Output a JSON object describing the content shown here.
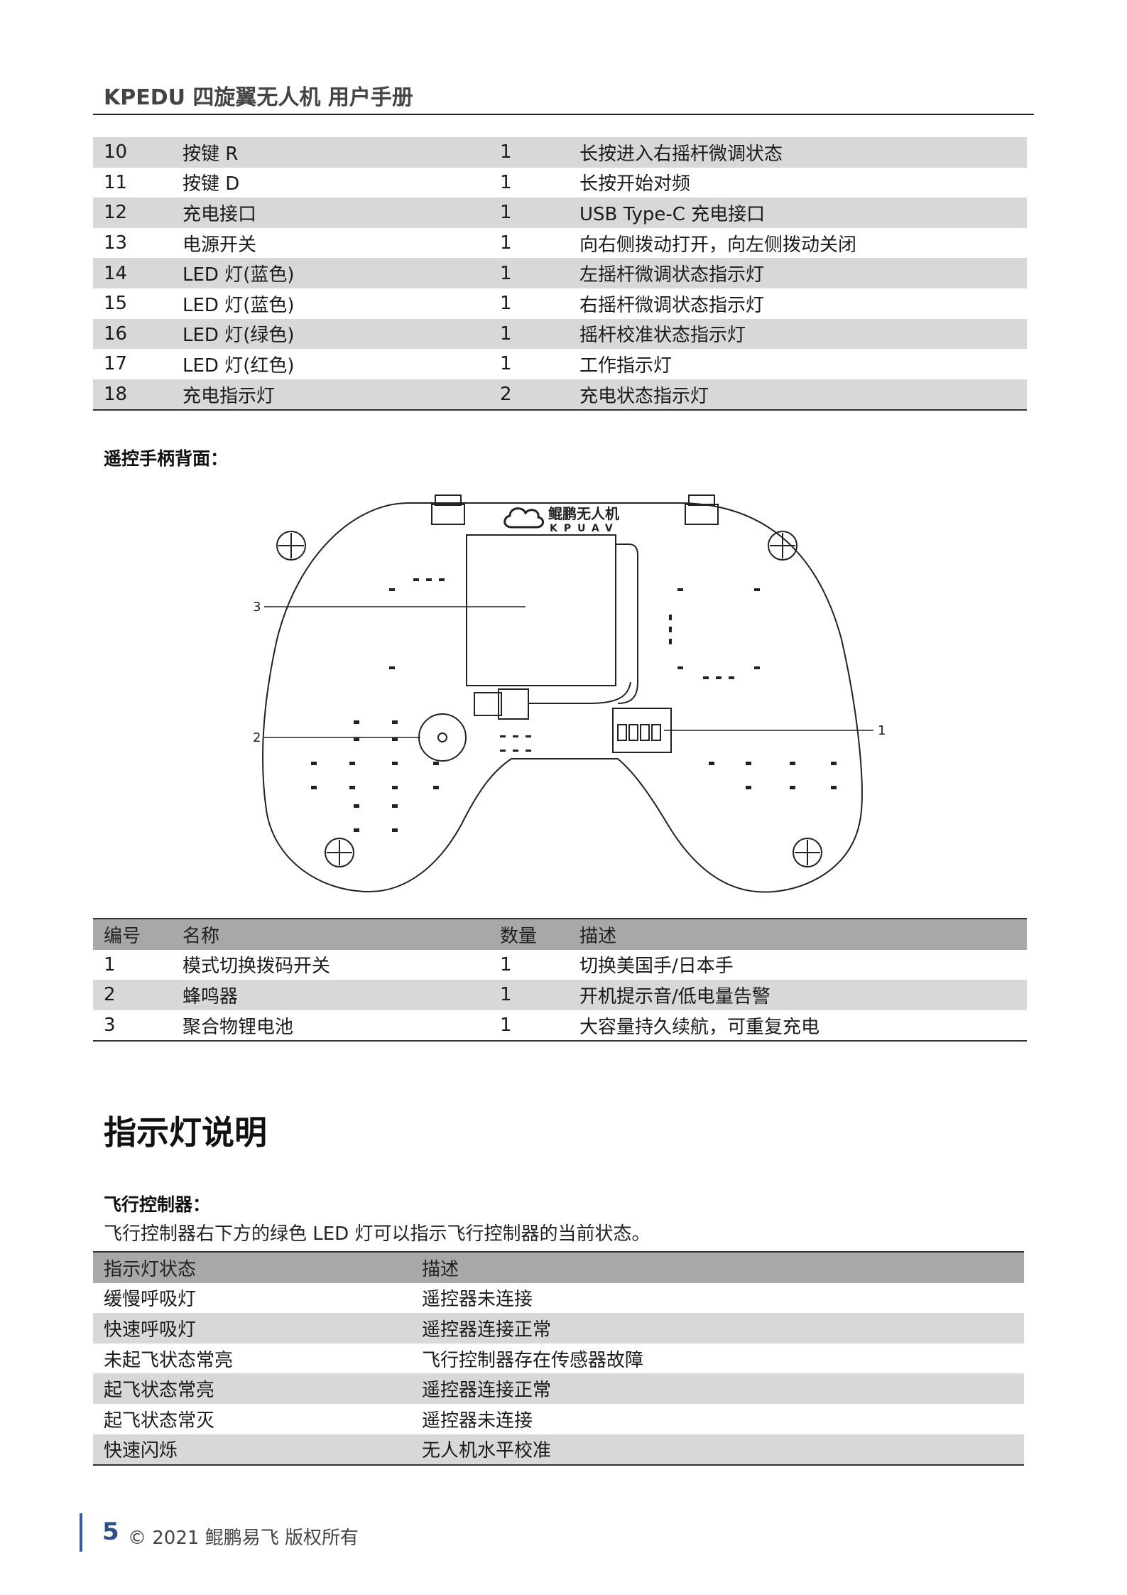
{
  "header": {
    "title": "KPEDU 四旋翼无人机  用户手册"
  },
  "parts_table_top": {
    "rows": [
      {
        "no": "10",
        "name": "按键  R",
        "qty": "1",
        "desc": "长按进入右摇杆微调状态"
      },
      {
        "no": "11",
        "name": "按键  D",
        "qty": "1",
        "desc": "长按开始对频"
      },
      {
        "no": "12",
        "name": "充电接口",
        "qty": "1",
        "desc": "USB Type-C 充电接口"
      },
      {
        "no": "13",
        "name": "电源开关",
        "qty": "1",
        "desc": "向右侧拨动打开，向左侧拨动关闭"
      },
      {
        "no": "14",
        "name": "LED 灯(蓝色)",
        "qty": "1",
        "desc": "左摇杆微调状态指示灯"
      },
      {
        "no": "15",
        "name": "LED 灯(蓝色)",
        "qty": "1",
        "desc": "右摇杆微调状态指示灯"
      },
      {
        "no": "16",
        "name": "LED 灯(绿色)",
        "qty": "1",
        "desc": "摇杆校准状态指示灯"
      },
      {
        "no": "17",
        "name": "LED 灯(红色)",
        "qty": "1",
        "desc": "工作指示灯"
      },
      {
        "no": "18",
        "name": "充电指示灯",
        "qty": "2",
        "desc": "充电状态指示灯"
      }
    ]
  },
  "back_label": "遥控手柄背面：",
  "diagram": {
    "logo_cn": "鲲鹏无人机",
    "logo_en": "KPUAV",
    "callout_1": "1",
    "callout_2": "2",
    "callout_3": "3"
  },
  "parts_table_back": {
    "headers": {
      "no": "编号",
      "name": "名称",
      "qty": "数量",
      "desc": "描述"
    },
    "rows": [
      {
        "no": "1",
        "name": "模式切换拨码开关",
        "qty": "1",
        "desc": "切换美国手/日本手"
      },
      {
        "no": "2",
        "name": "蜂鸣器",
        "qty": "1",
        "desc": "开机提示音/低电量告警"
      },
      {
        "no": "3",
        "name": "聚合物锂电池",
        "qty": "1",
        "desc": "大容量持久续航，可重复充电"
      }
    ]
  },
  "section_title": "指示灯说明",
  "fc_label": "飞行控制器：",
  "fc_intro": "飞行控制器右下方的绿色 LED 灯可以指示飞行控制器的当前状态。",
  "led_table": {
    "headers": {
      "state": "指示灯状态",
      "desc": "描述"
    },
    "rows": [
      {
        "state": "缓慢呼吸灯",
        "desc": "遥控器未连接"
      },
      {
        "state": "快速呼吸灯",
        "desc": "遥控器连接正常"
      },
      {
        "state": "未起飞状态常亮",
        "desc": "飞行控制器存在传感器故障"
      },
      {
        "state": "起飞状态常亮",
        "desc": "遥控器连接正常"
      },
      {
        "state": "起飞状态常灭",
        "desc": "遥控器未连接"
      },
      {
        "state": "快速闪烁",
        "desc": "无人机水平校准"
      }
    ]
  },
  "footer": {
    "page": "5",
    "copyright": "© 2021 鲲鹏易飞  版权所有"
  },
  "colors": {
    "row_shade": "#d8d8d8",
    "header_shade": "#a9a8a8",
    "footer_accent": "#2f5fa8"
  }
}
